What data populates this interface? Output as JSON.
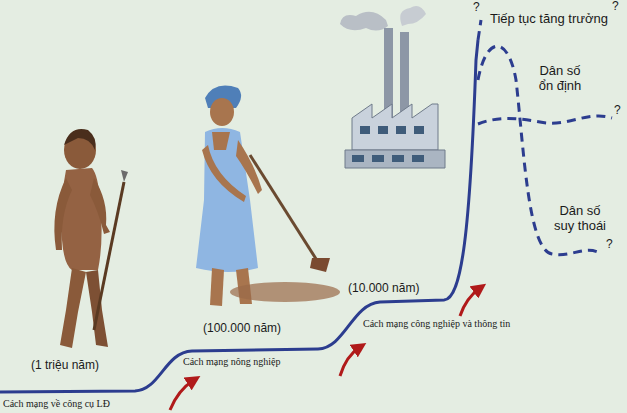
{
  "diagram": {
    "labels": [
      "Tiếp tục tăng trưởng",
      "?",
      "?",
      "Dân số ổn định",
      "?",
      "Dân số suy thoái",
      "?",
      "(10.000 năm)",
      "Cách mạng công nghiệp và thông tin",
      "(100.000 năm)",
      "Cách mạng nông nghiệp",
      "(1 triệu năm)",
      "Cách mạng về công cụ LĐ"
    ]
  }
}
